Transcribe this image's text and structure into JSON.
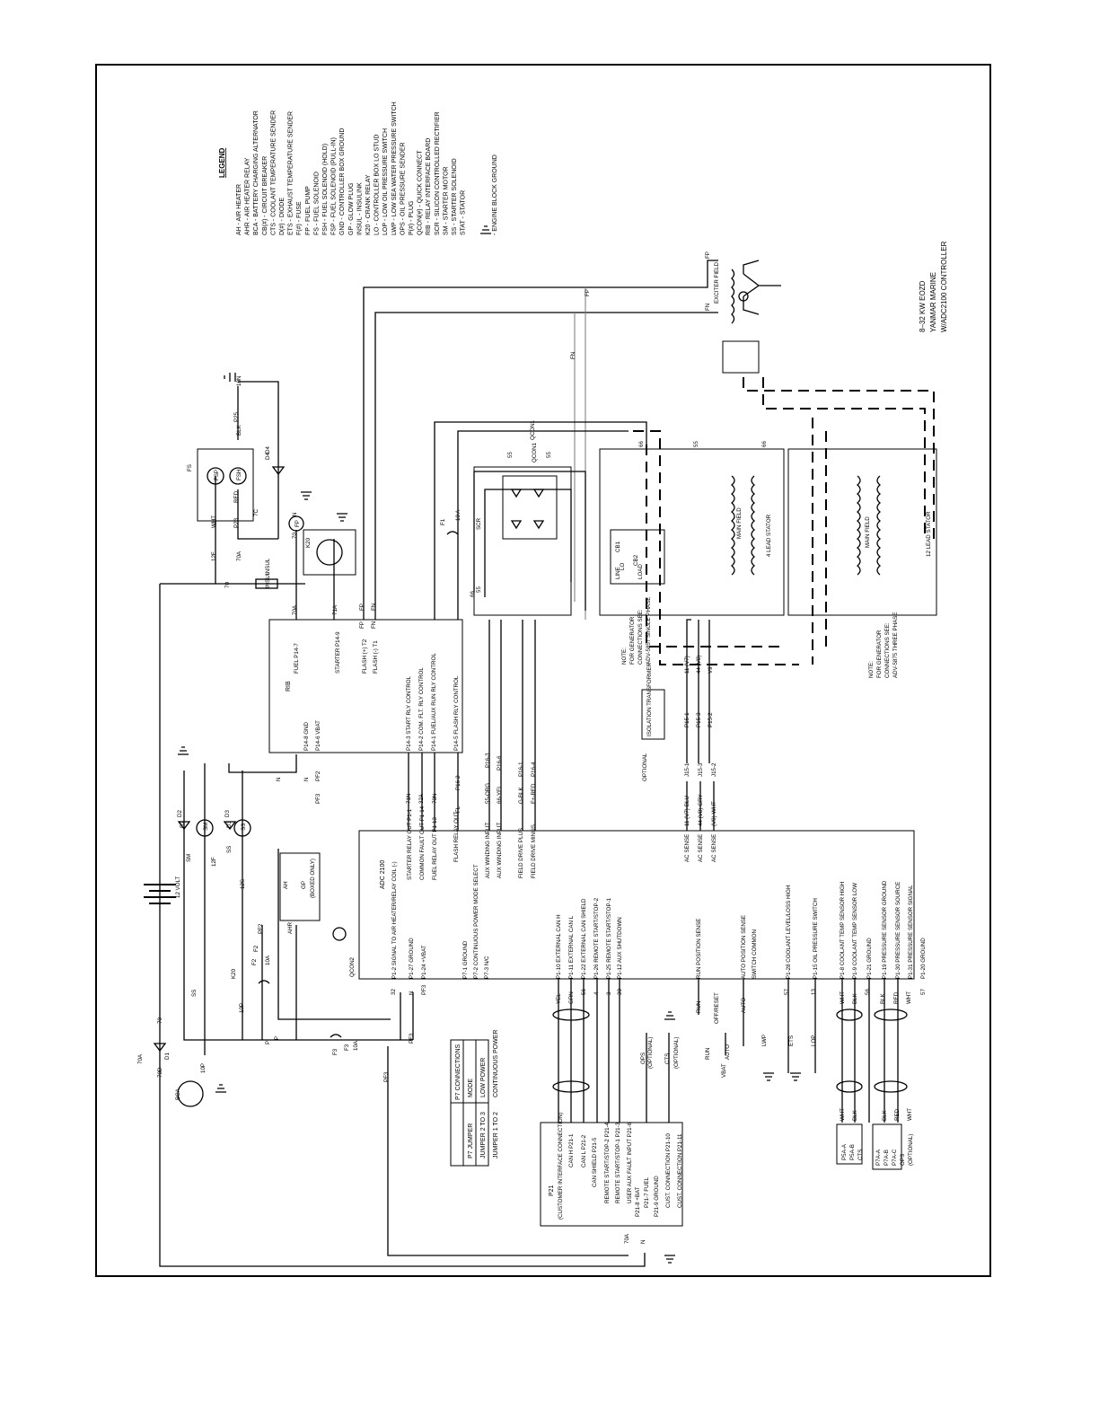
{
  "title_block": {
    "line1": "8–32 KW EOZD",
    "line2": "YANMAR MARINE",
    "line3": "W/ADC2100 CONTROLLER"
  },
  "legend": {
    "heading": "LEGEND",
    "entries": [
      "AH - AIR HEATER",
      "AHR - AIR HEATER RELAY",
      "BCA - BATTERY CHARGING ALTERNATOR",
      "CB(#) - CIRCUIT BREAKER",
      "CTS - COOLANT TEMPERATURE SENDER",
      "D(#) - DIODE",
      "ETS - EXHAUST TEMPERATURE SENDER",
      "F(#) - FUSE",
      "FP - FUEL PUMP",
      "FS - FUEL SOLENOID",
      "FSH - FUEL SOLENOID (HOLD)",
      "FSP - FUEL SOLENOID (PULL-IN)",
      "GND - CONTROLLER BOX GROUND",
      "GP - GLOW PLUG",
      "INSUL - INSULINK",
      "K20 - CRANK RELAY",
      "LO - CONTROLLER BOX LO STUD",
      "LOP - LOW OIL PRESSURE SWITCH",
      "LWP - LOW SEA WATER PRESSURE SWITCH",
      "OPS - OIL PRESSURE SENDER",
      "P(#) - PLUG",
      "QCON(#) - QUICK CONNECT",
      "RIB - RELAY INTERFACE BOARD",
      "SCR - SILICON CONTROLLED RECTIFIER",
      "SM - STARTER MOTOR",
      "SS - STARTER SOLENOID",
      "STAT - STATOR"
    ],
    "ground_entry": "- ENGINE BLOCK GROUND"
  },
  "components": {
    "fs": "FS",
    "fsp": "FSP",
    "fsh": "FSH",
    "fp": "FP",
    "k20": "K20",
    "insul": "INSUL",
    "sm": "SM",
    "ss": "SS",
    "bca": "BCA",
    "battery": "12 VOLT",
    "ahr": "AHR",
    "ah": "AH",
    "gp": "GP",
    "gp_note": "(BOXED ONLY)",
    "scr": "SCR",
    "f1": "F1",
    "f1_rating": "10 A",
    "f2": "F2",
    "f2_rating": "10A",
    "f3": "F3",
    "f3_rating": "10A",
    "d1": "D1",
    "d2": "D2",
    "d3": "D3",
    "d4": "D4",
    "exciter": "EXCITER FIELD",
    "main_field": "MAIN FIELD",
    "stator4": "4 LEAD STATOR",
    "stator12": "12 LEAD STATOR",
    "cb1": "CB1",
    "cb2": "CB2",
    "line": "LINE",
    "load": "LOAD",
    "lo": "LO",
    "isolation": "ISOLATION TRANSFORMER",
    "optional": "OPTIONAL",
    "ops": "OPS",
    "ops_opt": "(OPTIONAL)",
    "cts": "CTS",
    "cts_opt": "(OPTIONAL)",
    "lwp": "LWP",
    "ets": "ETS",
    "lop": "LOP",
    "qcon1": "QCON1",
    "qcon2": "QCON2",
    "run": "RUN",
    "off_reset": "OFF/RESET",
    "auto": "AUTO",
    "vbat": "VBAT"
  },
  "rib": {
    "title": "RIB",
    "pins": [
      "FUEL P14-7",
      "STARTER P14-9",
      "FLASH (+) T2",
      "FLASH (-) T1",
      "P14-8 GND",
      "P14-6 VBAT",
      "P14-3 START RLY CONTROL",
      "P14-2 COM. FLT. RLY CONTROL",
      "P14-1 FUEL/AUX RUN RLY CONTROL",
      "P14-5 FLASH RLY CONTROL"
    ]
  },
  "adc": {
    "title": "ADC 2100",
    "pins": [
      "P1-2 SIGNAL TO AIR HEATER/RELAY COIL (-)",
      "P1-27 GROUND",
      "P1-24 +VBAT",
      "STARTER RELAY OUT P1-1",
      "COMMON FAULT OUT P1-14",
      "FUEL RELAY OUT P1-13",
      "FLASH RELAY OUT",
      "AUX WINDING INPUT",
      "AUX WINDING INPUT",
      "FIELD DRIVE PLUS",
      "FIELD DRIVE MINUS",
      "AC SENSE",
      "AC SENSE",
      "AC SENSE",
      "P7-1 GROUND",
      "P7-2 CONTINUOUS POWER MODE SELECT",
      "P7-3 N/C",
      "P1-10 EXTERNAL CAN H",
      "P1-11 EXTERNAL CAN L",
      "P1-22 EXTERNAL CAN SHIELD",
      "P1-26 REMOTE START/STOP-2",
      "P1-25 REMOTE START/STOP-1",
      "P1-12 AUX SHUTDOWN",
      "RUN POSITION SENSE",
      "AUTO POSITION SENSE",
      "SWITCH COMMON",
      "P1-28 COOLANT LEVEL/LOSS HIGH",
      "P1-15 OIL PRESSURE SWITCH",
      "P1-8 COOLANT TEMP SENSOR HIGH",
      "P1-9 COOLANT TEMP SENSOR LOW",
      "P1-21 GROUND",
      "P1-19 PRESSURE SENSOR GROUND",
      "P1-30 PRESSURE SENSOR SOURCE",
      "P1-31 PRESSURE SENSOR SIGNAL",
      "P1-20 GROUND"
    ]
  },
  "p7_table": {
    "title": "P7 CONNECTIONS",
    "headers": [
      "MODE",
      "P7 JUMPER"
    ],
    "rows": [
      [
        "LOW POWER",
        "JUMPER 2 TO 3"
      ],
      [
        "CONTINUOUS POWER",
        "JUMPER 1 TO 2"
      ]
    ]
  },
  "p21": {
    "title": "P21",
    "subtitle": "(CUSTOMER INTERFACE CONNECTION)",
    "pins": [
      "CAN H P21-1",
      "CAN L P21-2",
      "CAN SHIELD P21-5",
      "REMOTE START/STOP-2 P21-4",
      "REMOTE START/STOP-1 P21-3",
      "USER AUX FAULT INPUT P21-6",
      "P21-8 +BAT",
      "P21-7 FUEL",
      "P21-9 GROUND",
      "CUST. CONNECTION P21-10",
      "CUST. CONNECTION P21-11"
    ]
  },
  "notes": {
    "single": [
      "NOTE:",
      "FOR GENERATOR",
      "CONNECTIONS SEE:",
      "ADV-5857 SINGLE PHASE"
    ],
    "three": [
      "NOTE:",
      "FOR GENERATOR",
      "CONNECTIONS SEE:",
      "ADV-5875 THREE PHASE"
    ]
  },
  "sensor_connectors": {
    "p5": [
      "P5A-A",
      "P5A-B",
      "CTS"
    ],
    "p7": [
      "P7A-A",
      "P7A-B",
      "P7A-C",
      "OPS",
      "(OPTIONAL)"
    ],
    "p5_wires": [
      "WHT",
      "BLK"
    ],
    "p7_wires": [
      "BLK",
      "RED",
      "WHT"
    ]
  },
  "wire_labels": {
    "top": [
      "FP",
      "FN",
      "10N",
      "P25",
      "BLK",
      "D4",
      "WHT",
      "P23",
      "RED",
      "7C",
      "70",
      "N",
      "12F",
      "70A",
      "70",
      "INSUL",
      "FP",
      "FN",
      "FN",
      "FP",
      "55",
      "55",
      "66",
      "QCON1",
      "55",
      "66",
      "55",
      "66"
    ],
    "rib_side": [
      "70A",
      "71A",
      "FP",
      "FN",
      "71N",
      "32A",
      "70N",
      "FL",
      "P16-2",
      "55-ORG",
      "66-YEL",
      "P16-3",
      "P16-6",
      "P16-1",
      "P16-4",
      "G-BLK",
      "F+-RED",
      "N",
      "N",
      "PF2",
      "PF3"
    ],
    "ac_sense": [
      "11 (V7)-BLU",
      "44 (V8)-GRY",
      "(V9)-WHT",
      "J15-1",
      "J15-3",
      "J15-2",
      "P15-1",
      "P15-3",
      "P15-2",
      "11 (V7)",
      "44 (V8)",
      "V9"
    ],
    "lower": [
      "70A",
      "70",
      "70D",
      "10P",
      "SS",
      "10P",
      "K20",
      "P",
      "PF2",
      "F2",
      "12F",
      "SM",
      "D2",
      "SS",
      "D3",
      "12S",
      "P",
      "PF3",
      "F3",
      "PF3",
      "70A",
      "N"
    ],
    "adc_bottom": [
      "32",
      "N",
      "PF3",
      "YEL",
      "GRN",
      "56",
      "4",
      "3",
      "30",
      "RUN",
      "AUTO",
      "57",
      "13",
      "WHT",
      "BLK",
      "56",
      "BLK",
      "RED",
      "WHT",
      "57"
    ]
  }
}
